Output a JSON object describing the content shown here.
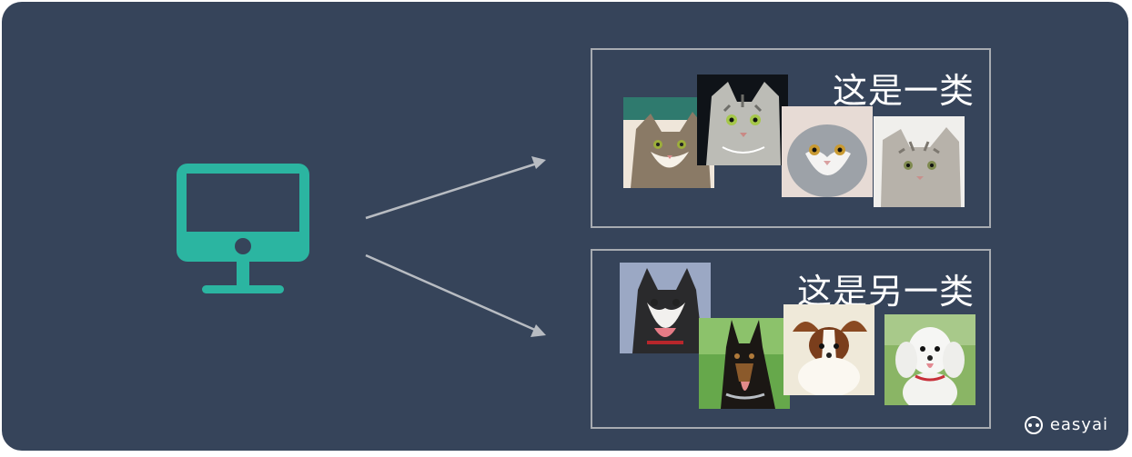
{
  "groups": {
    "cats": {
      "label": "这是一类",
      "items": [
        "cat",
        "cat",
        "cat",
        "cat"
      ]
    },
    "dogs": {
      "label": "这是另一类",
      "items": [
        "husky",
        "doberman",
        "papillon",
        "poodle"
      ]
    }
  },
  "icons": {
    "computer": "monitor-icon",
    "brand": "easyai-logo-icon"
  },
  "brand": {
    "name": "easyai"
  },
  "colors": {
    "background": "#36445a",
    "monitor": "#2bb5a1",
    "arrow": "#b8bcc2",
    "box_border": "#a7abb1"
  }
}
